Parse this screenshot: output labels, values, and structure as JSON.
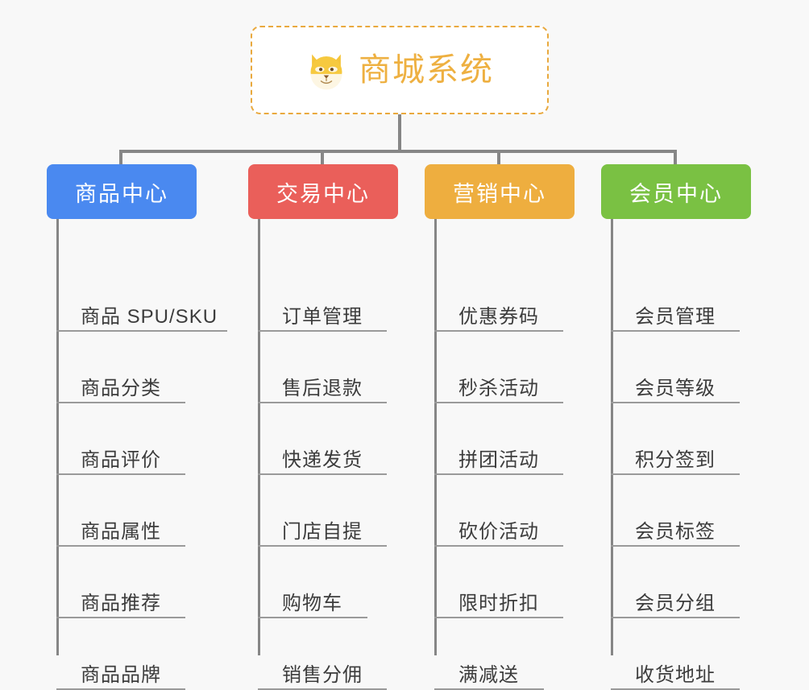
{
  "background_color": "#f8f8f8",
  "root": {
    "title": "商城系统",
    "icon": "shiba-dog-icon",
    "border_color": "#e9a93e",
    "text_color": "#eeb041",
    "background": "#ffffff"
  },
  "connector_color": "#868686",
  "columns": [
    {
      "id": "product-center",
      "label": "商品中心",
      "color": "#4a89f0",
      "items": [
        "商品 SPU/SKU",
        "商品分类",
        "商品评价",
        "商品属性",
        "商品推荐",
        "商品品牌"
      ]
    },
    {
      "id": "trade-center",
      "label": "交易中心",
      "color": "#ea5f5a",
      "items": [
        "订单管理",
        "售后退款",
        "快递发货",
        "门店自提",
        "购物车",
        "销售分佣"
      ]
    },
    {
      "id": "marketing-center",
      "label": "营销中心",
      "color": "#eeae3f",
      "items": [
        "优惠券码",
        "秒杀活动",
        "拼团活动",
        "砍价活动",
        "限时折扣",
        "满减送"
      ]
    },
    {
      "id": "member-center",
      "label": "会员中心",
      "color": "#7ac143",
      "items": [
        "会员管理",
        "会员等级",
        "积分签到",
        "会员标签",
        "会员分组",
        "收货地址"
      ]
    }
  ]
}
